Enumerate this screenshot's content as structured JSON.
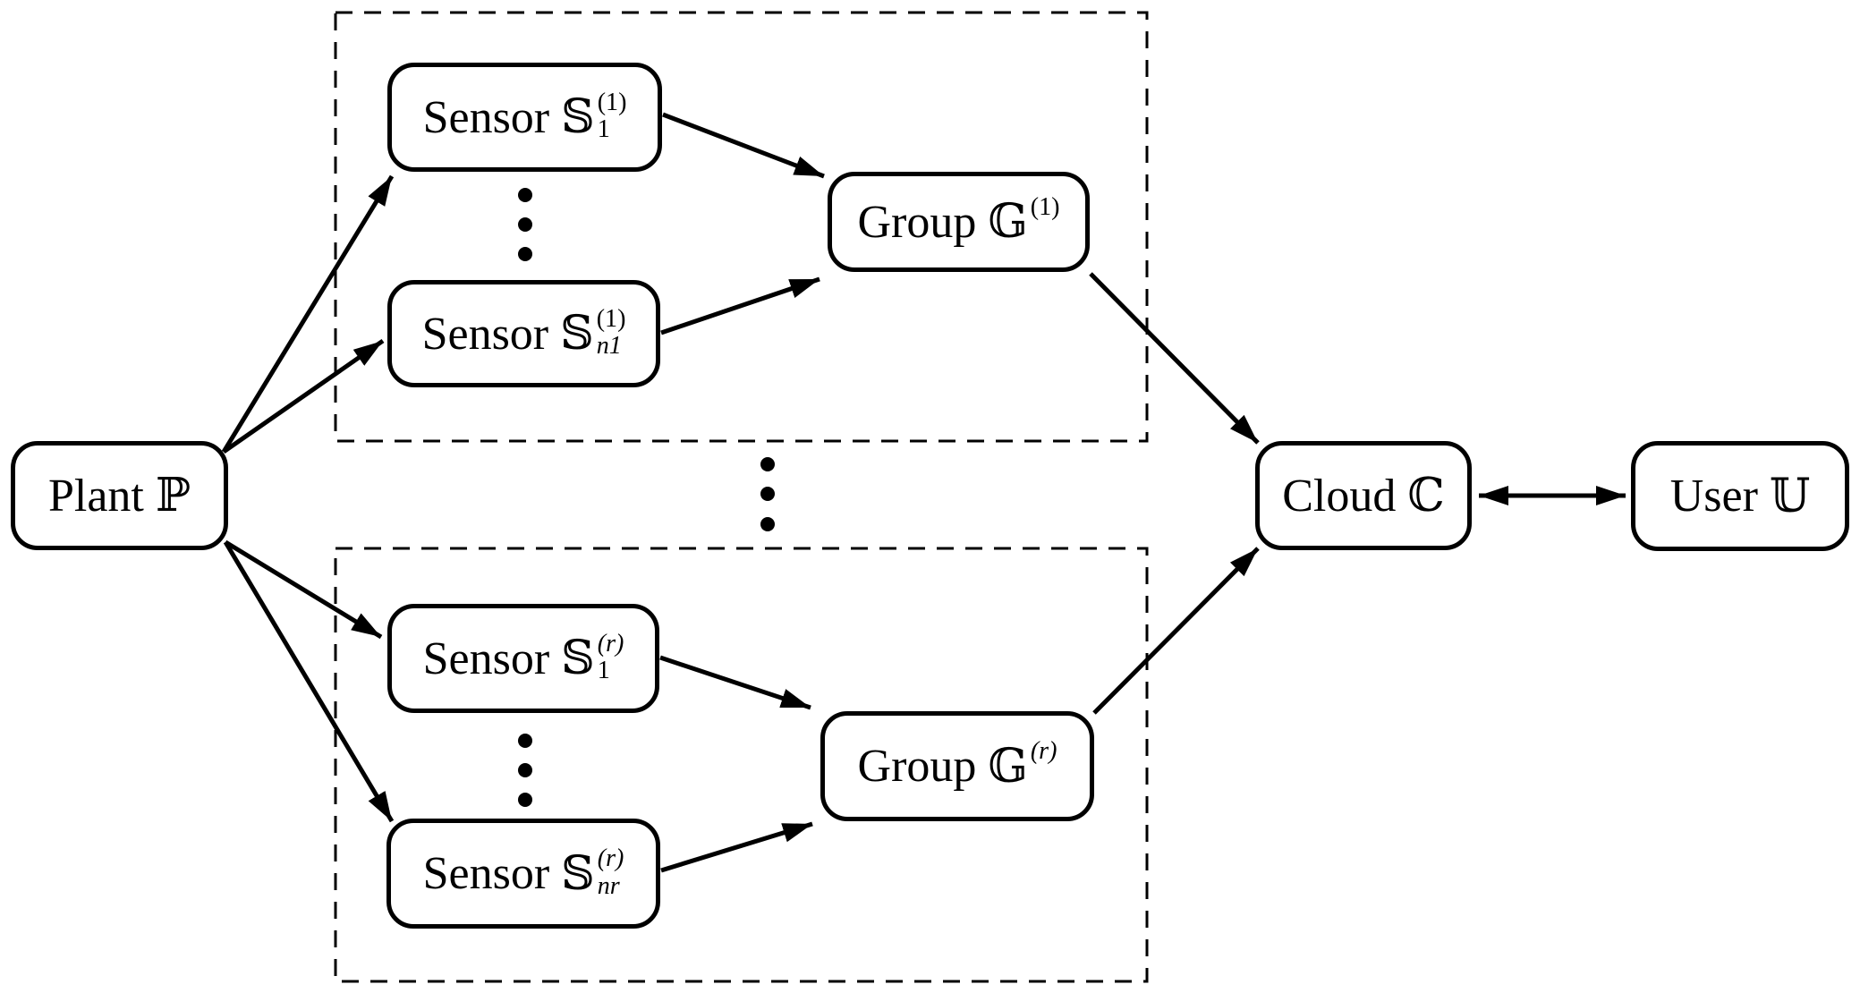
{
  "figure": {
    "title": "Networked sensor-group cloud architecture diagram",
    "background_color": "#ffffff",
    "line_color": "#000000"
  },
  "nodes": {
    "plant": {
      "word": "Plant",
      "bb": "ℙ"
    },
    "sensor_1_g1": {
      "word": "Sensor",
      "bb": "𝕊",
      "sup": "(1)",
      "sub": "1"
    },
    "sensor_n1_g1": {
      "word": "Sensor",
      "bb": "𝕊",
      "sup": "(1)",
      "sub": "n1"
    },
    "group_1": {
      "word": "Group",
      "bb": "𝔾",
      "sup": "(1)"
    },
    "sensor_1_gr": {
      "word": "Sensor",
      "bb": "𝕊",
      "sup": "(r)",
      "sub": "1"
    },
    "sensor_nr_gr": {
      "word": "Sensor",
      "bb": "𝕊",
      "sup": "(r)",
      "sub": "nr"
    },
    "group_r": {
      "word": "Group",
      "bb": "𝔾",
      "sup": "(r)"
    },
    "cloud": {
      "word": "Cloud",
      "bb": "ℂ"
    },
    "user": {
      "word": "User",
      "bb": "𝕌"
    }
  },
  "edges": [
    {
      "from": "plant",
      "to": "sensor_1_g1",
      "bidirectional": false
    },
    {
      "from": "plant",
      "to": "sensor_n1_g1",
      "bidirectional": false
    },
    {
      "from": "plant",
      "to": "sensor_1_gr",
      "bidirectional": false
    },
    {
      "from": "plant",
      "to": "sensor_nr_gr",
      "bidirectional": false
    },
    {
      "from": "sensor_1_g1",
      "to": "group_1",
      "bidirectional": false
    },
    {
      "from": "sensor_n1_g1",
      "to": "group_1",
      "bidirectional": false
    },
    {
      "from": "sensor_1_gr",
      "to": "group_r",
      "bidirectional": false
    },
    {
      "from": "sensor_nr_gr",
      "to": "group_r",
      "bidirectional": false
    },
    {
      "from": "group_1",
      "to": "cloud",
      "bidirectional": false
    },
    {
      "from": "group_r",
      "to": "cloud",
      "bidirectional": false
    },
    {
      "from": "cloud",
      "to": "user",
      "bidirectional": true
    }
  ],
  "ellipsis_columns": [
    {
      "between": [
        "sensor_1_g1",
        "sensor_n1_g1"
      ]
    },
    {
      "between": [
        "group box 1",
        "group box r"
      ]
    },
    {
      "between": [
        "sensor_1_gr",
        "sensor_nr_gr"
      ]
    }
  ]
}
